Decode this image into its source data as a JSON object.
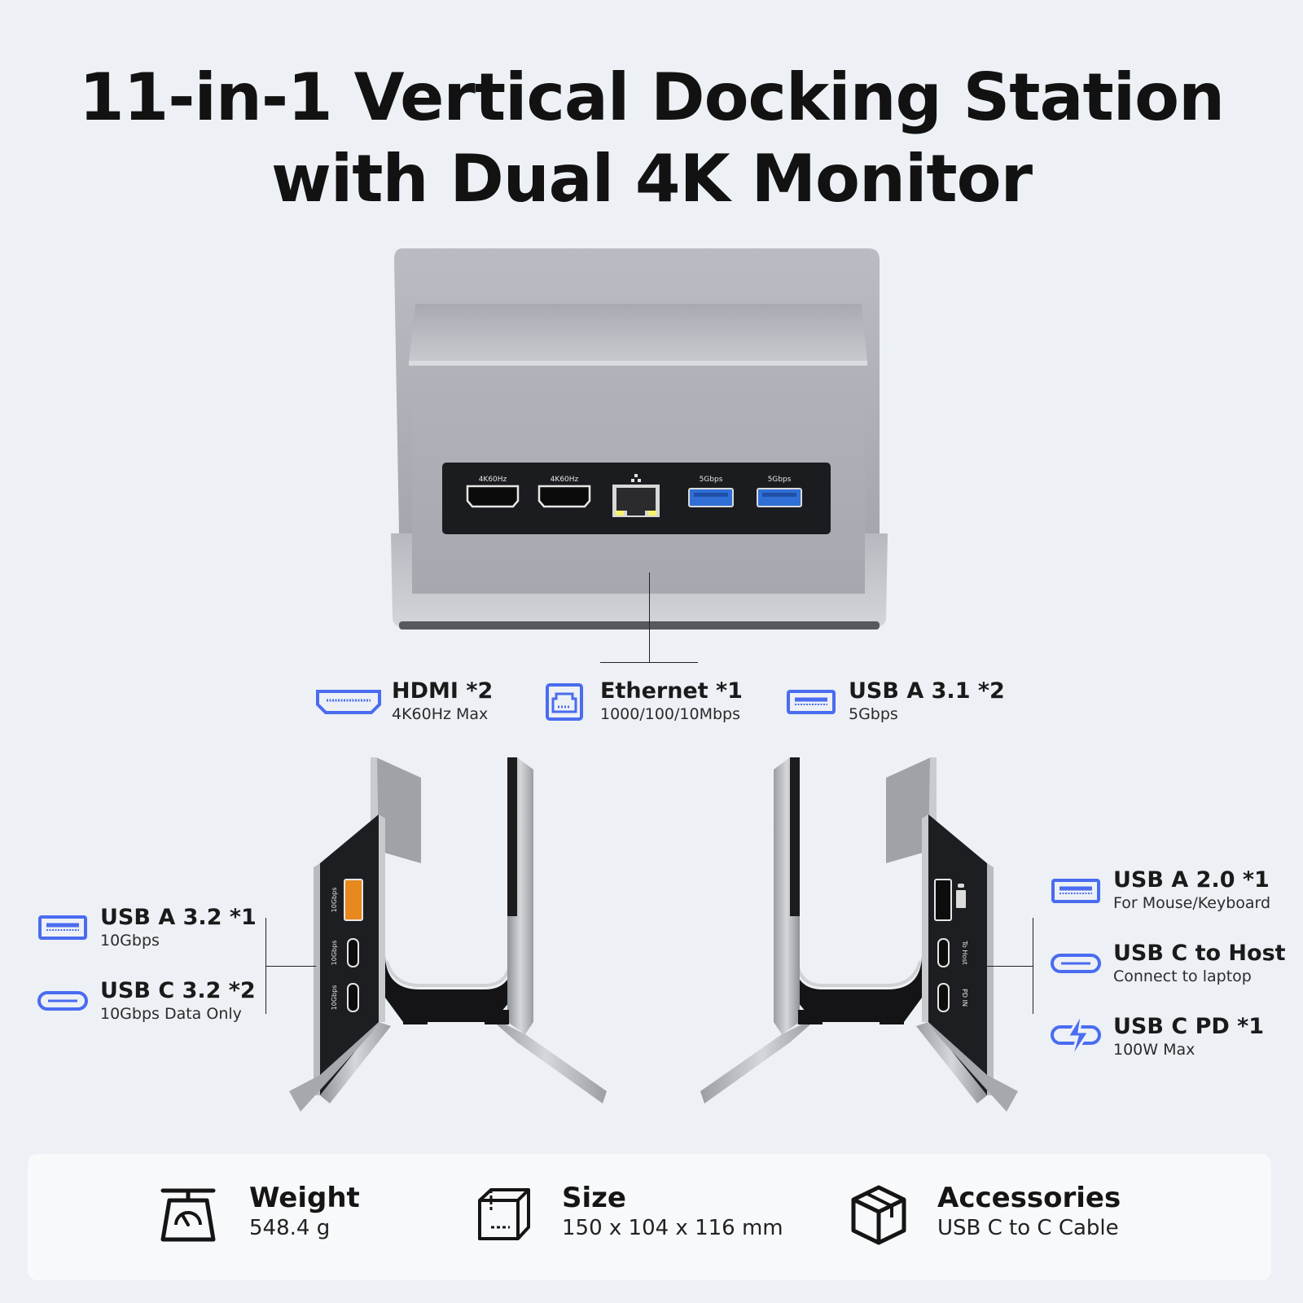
{
  "title": {
    "line1": "11-in-1 Vertical Docking Station",
    "line2": "with Dual 4K Monitor"
  },
  "device_front_port_labels": {
    "hdmi1": "4K60Hz",
    "hdmi2": "4K60Hz",
    "usb1": "5Gbps",
    "usb2": "5Gbps"
  },
  "device_side_left_port_labels": {
    "a": "10Gbps",
    "b": "10Gbps",
    "c": "10Gbps"
  },
  "device_side_right_port_labels": {
    "b": "To Host",
    "c": "PD IN"
  },
  "front_features": [
    {
      "name": "HDMI *2",
      "sub": "4K60Hz Max",
      "icon": "hdmi-icon"
    },
    {
      "name": "Ethernet *1",
      "sub": "1000/100/10Mbps",
      "icon": "ethernet-icon"
    },
    {
      "name": "USB A 3.1 *2",
      "sub": "5Gbps",
      "icon": "usb-a-icon"
    }
  ],
  "left_features": [
    {
      "name": "USB A 3.2 *1",
      "sub": "10Gbps",
      "icon": "usb-a-icon"
    },
    {
      "name": "USB C 3.2 *2",
      "sub": "10Gbps Data Only",
      "icon": "usb-c-icon"
    }
  ],
  "right_features": [
    {
      "name": "USB A 2.0 *1",
      "sub": "For Mouse/Keyboard",
      "icon": "usb-a-icon"
    },
    {
      "name": "USB C to Host",
      "sub": "Connect to laptop",
      "icon": "usb-c-icon"
    },
    {
      "name": "USB C PD *1",
      "sub": "100W Max",
      "icon": "usb-c-pd-icon"
    }
  ],
  "specs": [
    {
      "name": "Weight",
      "value": "548.4 g",
      "icon": "scale-icon"
    },
    {
      "name": "Size",
      "value": "150 x 104 x 116 mm",
      "icon": "cube-icon"
    },
    {
      "name": "Accessories",
      "value": "USB C to C Cable",
      "icon": "box-icon"
    }
  ],
  "colors": {
    "background": "#edf1f5",
    "icon_blue": "#4a6cf0",
    "usb3_blue": "#2f6fd6",
    "usb_orange": "#e8891f"
  }
}
